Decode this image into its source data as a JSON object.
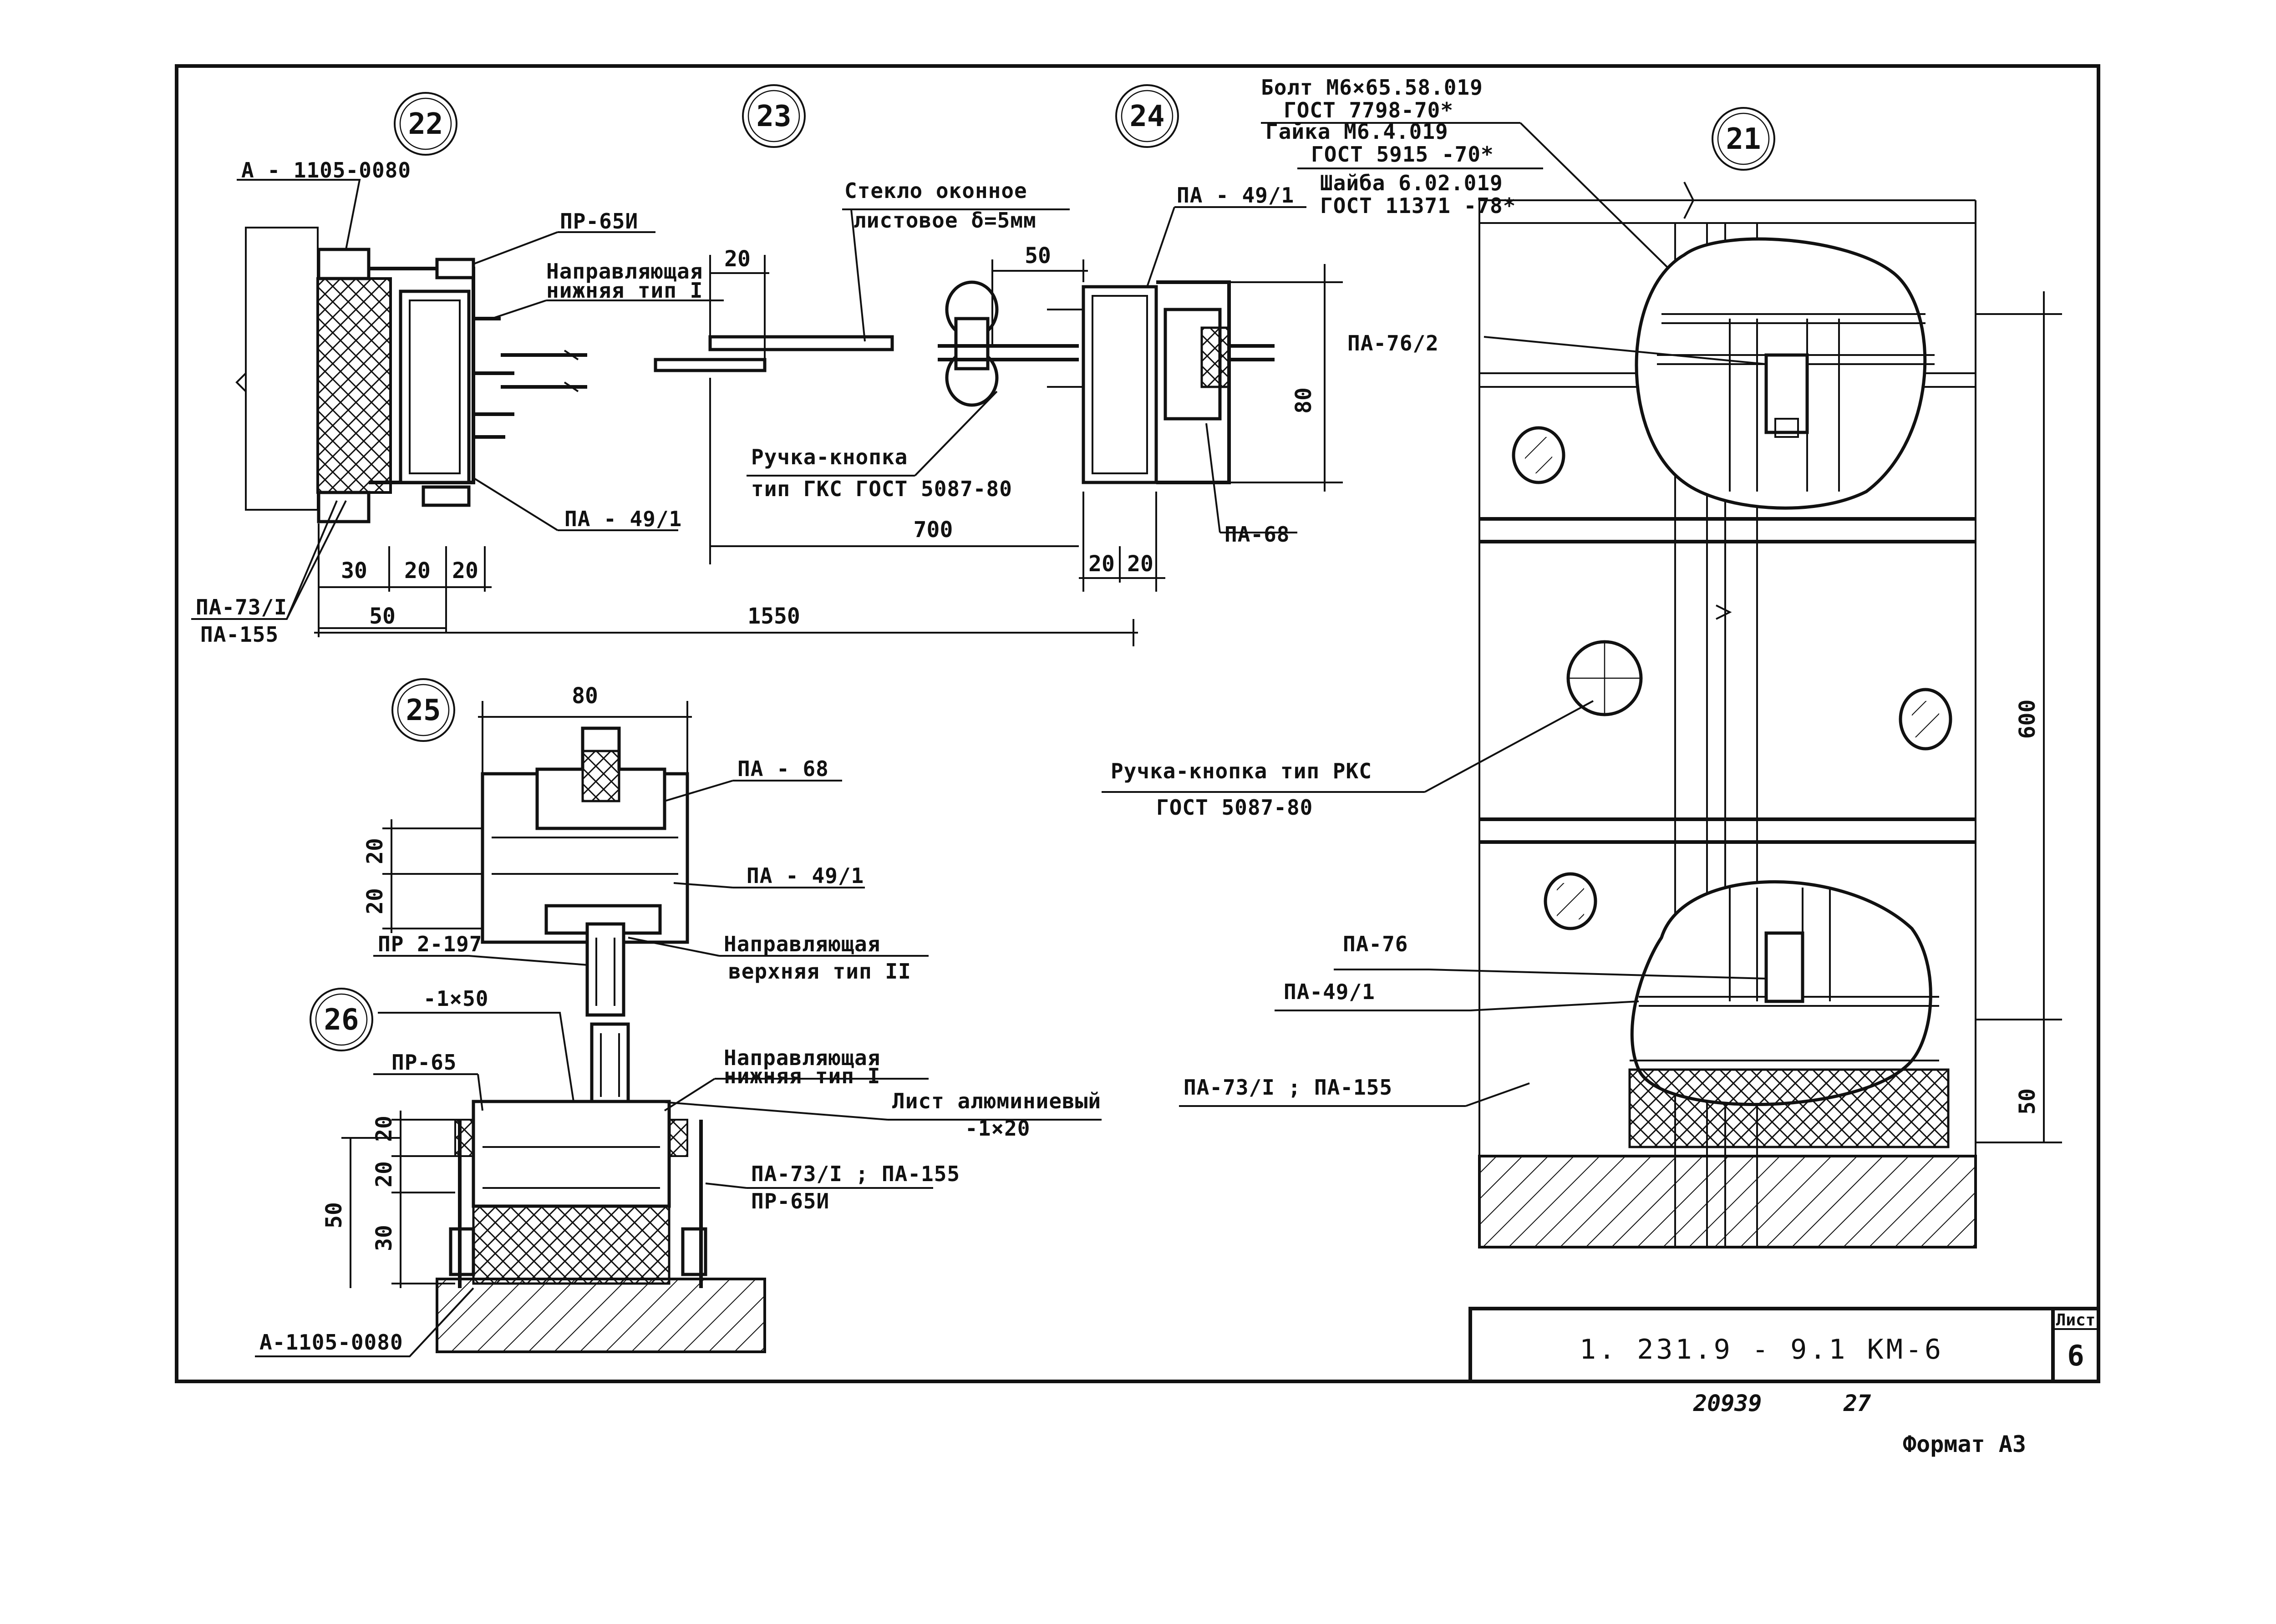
{
  "nodes": {
    "n21": "21",
    "n22": "22",
    "n23": "23",
    "n24": "24",
    "n25": "25",
    "n26": "26"
  },
  "labels": {
    "a1105_top": "А - 1105-0080",
    "pr65i_top": "ПР-65И",
    "guide_lower_1a": "Направляющая",
    "guide_lower_1b": "нижняя тип I",
    "pa491_n22": "ПА - 49/1",
    "pa731_n22": "ПА-73/I",
    "pa155_n22": "ПА-155",
    "glass_1": "Стекло оконное",
    "glass_2": "листовое δ=5мм",
    "handle_1": "Ручка-кнопка",
    "handle_2": "тип ГКС ГОСТ 5087-80",
    "pa491_n24": "ПА - 49/1",
    "pa68_n24": "ПА-68",
    "bolt_1": "Болт М6×65.58.019",
    "bolt_2": "ГОСТ 7798-70*",
    "nut_1": "Гайка М6.4.019",
    "nut_2": "ГОСТ 5915 -70*",
    "washer_1": "Шайба 6.02.019",
    "washer_2": "ГОСТ 11371 -78*",
    "pa762": "ПА-76/2",
    "handle_rks_1": "Ручка-кнопка тип РКС",
    "handle_rks_2": "ГОСТ 5087-80",
    "pa76": "ПА-76",
    "pa491_n21": "ПА-49/1",
    "pa73_155_n21": "ПА-73/I ; ПА-155",
    "pa68_n25": "ПА - 68",
    "pa491_n25": "ПА - 49/1",
    "pr2197": "ПР 2-197",
    "guide_upper_1": "Направляющая",
    "guide_upper_2": "верхняя тип II",
    "strip_1x50": "-1×50",
    "pr65_n26": "ПР-65",
    "guide_lower_2a": "Направляющая",
    "guide_lower_2b": "нижняя тип I",
    "al_sheet_1": "Лист алюминиевый",
    "al_sheet_2": "-1×20",
    "pa73_155_n26": "ПА-73/I ; ПА-155",
    "pr65i_n26": "ПР-65И",
    "a1105_bottom": "А-1105-0080"
  },
  "dimensions": {
    "d20_n23": "20",
    "d50_n24": "50",
    "d80_n24": "80",
    "d700": "700",
    "d20a_n24": "20",
    "d20b_n24": "20",
    "d30_n22": "30",
    "d20a_n22": "20",
    "d20b_n22": "20",
    "d50_n22": "50",
    "d1550": "1550",
    "d80_n25": "80",
    "d20a_n25": "20",
    "d20b_n25": "20",
    "d20a_n26": "20",
    "d20b_n26": "20",
    "d30_n26": "30",
    "d50_n26": "50",
    "d600": "600",
    "d50_n21": "50"
  },
  "title_block": {
    "doc_code": "1. 231.9 - 9.1 КМ-6",
    "sheet_label": "Лист",
    "sheet_no": "6"
  },
  "footer": {
    "inv_no": "20939",
    "num": "27",
    "format": "Формат А3"
  }
}
